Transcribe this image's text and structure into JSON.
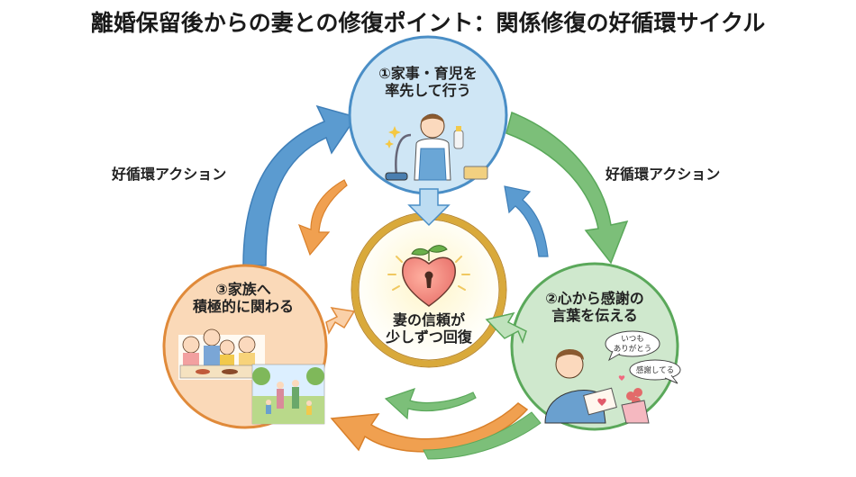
{
  "title": "離婚保留後からの妻との修復ポイント：関係修復の好循環サイクル",
  "action_labels": {
    "left": "好循環アクション",
    "right": "好循環アクション"
  },
  "steps": [
    {
      "number": "①",
      "line1": "家事・育児を",
      "line2": "率先して行う",
      "color": "#cfe6f5",
      "border": "#4a8ec6"
    },
    {
      "number": "②",
      "line1": "心から感謝の",
      "line2": "言葉を伝える",
      "color": "#cfe8cd",
      "border": "#5aa85a"
    },
    {
      "number": "③",
      "line1": "家族へ",
      "line2": "積極的に関わる",
      "color": "#fad9b8",
      "border": "#e08a3a"
    }
  ],
  "center": {
    "line1": "妻の信頼が",
    "line2": "少しずつ回復",
    "border": "#d9a93a"
  },
  "speech_bubbles": [
    {
      "line1": "いつも",
      "line2": "ありがとう"
    },
    {
      "line1": "感謝してる"
    }
  ],
  "colors": {
    "blue_arrow": "#4a8ec6",
    "green_arrow": "#6bb36b",
    "orange_arrow": "#ee9a45"
  },
  "icons": [
    "man-with-vacuum-and-bottle-icon",
    "heart-with-keyhole-icon",
    "man-giving-letter-icon",
    "family-dinner-icon",
    "family-walk-icon"
  ]
}
